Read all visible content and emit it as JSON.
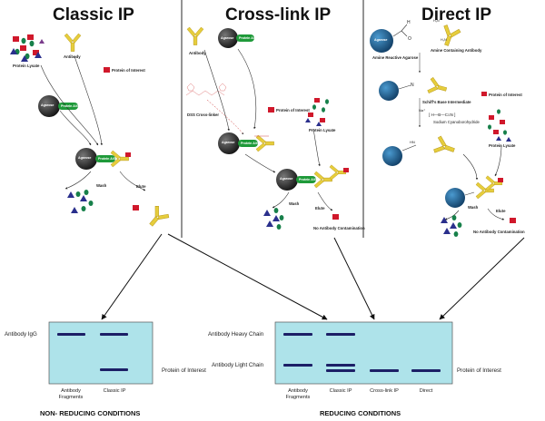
{
  "panels": {
    "classic": {
      "title": "Classic IP",
      "labels": {
        "protein_lysate": "Protein Lysate",
        "antibody": "Antibody",
        "protein_of_interest": "Protein of Interest",
        "agarose": "Agarose",
        "protein_ag": "Protein A/G",
        "wash": "Wash",
        "elute": "Elute"
      }
    },
    "crosslink": {
      "title": "Cross-link IP",
      "labels": {
        "antibody": "Antibody",
        "agarose": "Agarose",
        "protein_ag": "Protein A/G",
        "dss": "DSS Cross-linker",
        "protein_of_interest": "Protein of Interest",
        "protein_lysate": "Protein Lysate",
        "wash": "Wash",
        "elute": "Elute",
        "no_contamination": "No Antibody Contamination"
      }
    },
    "direct": {
      "title": "Direct IP",
      "labels": {
        "agarose": "Agarose",
        "amine_agarose": "Amine Reactive Agarose",
        "amine_antibody": "Amine Containing Antibody",
        "schiff": "Schiff's Base Intermediate",
        "protein_of_interest": "Protein of Interest",
        "reductant": "Sodium Cyanoborohydride",
        "protein_lysate": "Protein Lysate",
        "wash": "Wash",
        "elute": "Elute",
        "no_contamination": "No Antibody Contamination"
      }
    }
  },
  "gels": {
    "non_reducing": {
      "condition": "NON- REDUCING CONDITIONS",
      "row_labels": [
        "Antibody IgG"
      ],
      "right_label": "Protein of Interest",
      "lanes": [
        {
          "label_line1": "Antibody",
          "label_line2": "Fragments"
        },
        {
          "label_line1": "Classic IP",
          "label_line2": ""
        }
      ]
    },
    "reducing": {
      "condition": "REDUCING CONDITIONS",
      "row_labels": [
        "Antibody Heavy Chain",
        "Antibody Light Chain"
      ],
      "right_label": "Protein of Interest",
      "lanes": [
        {
          "label_line1": "Antibody",
          "label_line2": "Fragments"
        },
        {
          "label_line1": "Classic IP",
          "label_line2": ""
        },
        {
          "label_line1": "Cross-link IP",
          "label_line2": ""
        },
        {
          "label_line1": "Direct",
          "label_line2": ""
        }
      ]
    }
  },
  "colors": {
    "gel": "#aee3ea",
    "band": "#1c1f66",
    "antibody": "#e6cd3c",
    "protein_ag": "#1f9a3a",
    "agarose": "#2a2a2a",
    "direct_bead": "#1f5f8c",
    "protein_of_interest": "#d0182b",
    "lysate_blue": "#2a2f8c",
    "lysate_green": "#17804a",
    "lysate_purple": "#7a3c8c"
  }
}
